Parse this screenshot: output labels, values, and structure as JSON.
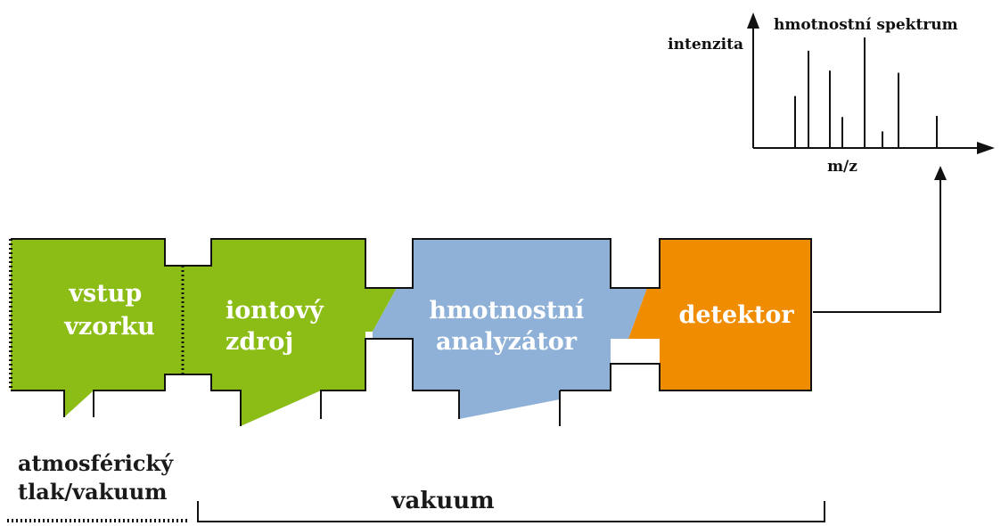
{
  "colors": {
    "inlet_source": "#8cbd16",
    "analyzer": "#8fb1d8",
    "detector": "#f08c00",
    "outline": "#111111"
  },
  "blocks": {
    "inlet": "vstup\nvzorku",
    "source": "iontový\nzdroj",
    "analyzer": "hmotnostní\nanalyzátor",
    "detector": "detektor"
  },
  "pressure": {
    "atmospheric": "atmosférický\ntlak/vakuum",
    "vacuum": "vakuum"
  },
  "spectrum": {
    "title": "hmotnostní spektrum",
    "y_label": "intenzita",
    "x_label": "m/z"
  },
  "chart_data": {
    "type": "bar",
    "title": "hmotnostní spektrum",
    "xlabel": "m/z",
    "ylabel": "intenzita",
    "values": [
      0.47,
      0.88,
      0.7,
      0.28,
      1.0,
      0.15,
      0.68,
      0.29
    ]
  }
}
